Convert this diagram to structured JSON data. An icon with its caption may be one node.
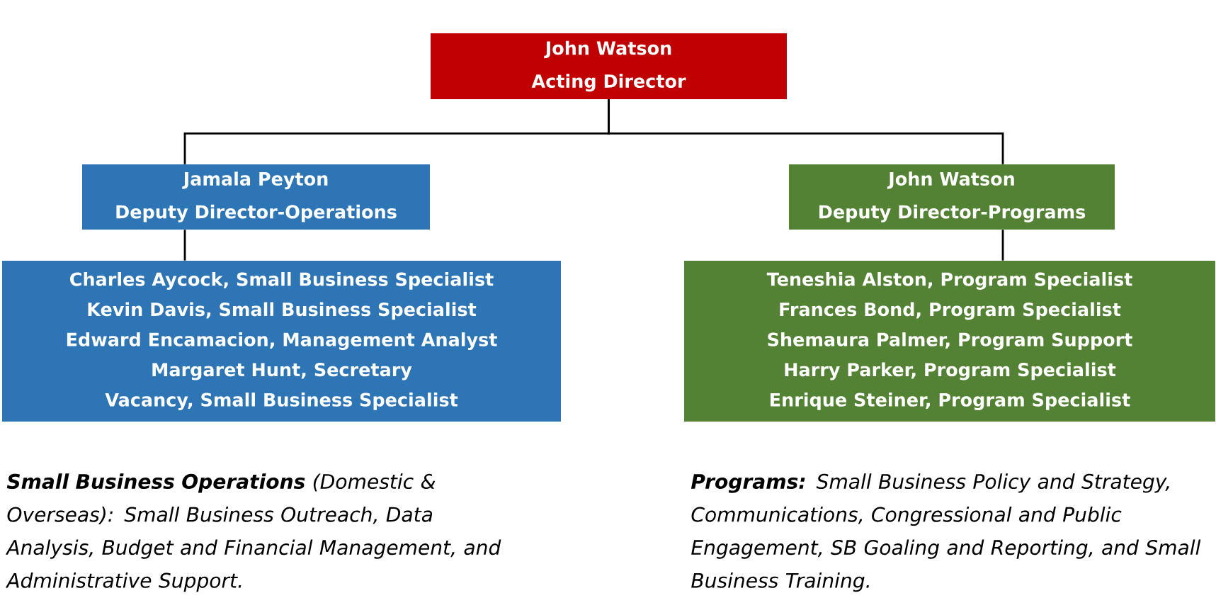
{
  "diagram": {
    "nodes": [
      {
        "text": [
          "John Watson",
          "Acting  Director"
        ]
      },
      {
        "text": [
          "Jamala Peyton",
          "Deputy Director-Operations"
        ]
      },
      {
        "text": [
          "John Watson",
          "Deputy Director-Programs"
        ]
      },
      {
        "text": [
          "Charles Aycock, Small Business Specialist",
          "Kevin Davis, Small Business Specialist",
          "Edward Encamacion, Management Analyst",
          "Margaret Hunt, Secretary",
          "Vacancy, Small Business Specialist"
        ]
      },
      {
        "text": [
          "Teneshia Alston, Program Specialist",
          "Frances Bond, Program Specialist",
          "Shemaura Palmer, Program Support",
          "Harry Parker, Program Specialist",
          "Enrique Steiner, Program Specialist"
        ]
      }
    ],
    "edges": [
      {
        "from": 0,
        "to": 1,
        "arrow": "none"
      },
      {
        "from": 0,
        "to": 2,
        "arrow": "none"
      },
      {
        "from": 1,
        "to": 3,
        "arrow": "none"
      },
      {
        "from": 2,
        "to": 4,
        "arrow": "none"
      }
    ],
    "labels": [
      "**Small Business Operations**  (Domestic & Overseas):  Small Business Outreach, Data Analysis, Budget and Financial Management, and Administrative Support.",
      "**Programs:**  Small Business Policy and Strategy, Communications, Congressional and Public Engagement, SB Goaling and Reporting, and Small Business Training."
    ]
  }
}
